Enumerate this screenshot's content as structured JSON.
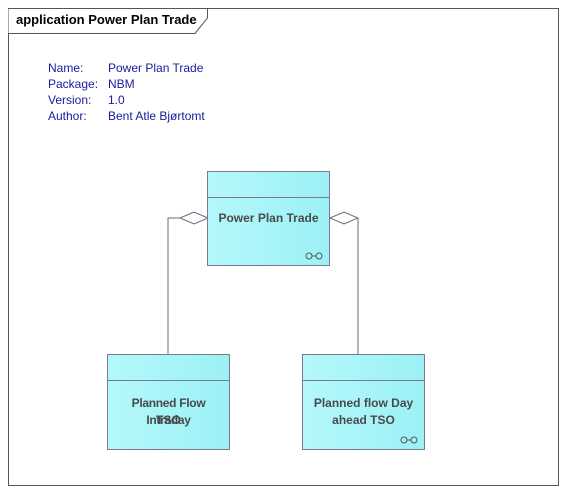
{
  "frame": {
    "title": "application Power Plan Trade"
  },
  "properties": [
    {
      "key": "Name:",
      "value": "Power Plan Trade"
    },
    {
      "key": "Package:",
      "value": "NBM"
    },
    {
      "key": "Version:",
      "value": "1.0"
    },
    {
      "key": "Author:",
      "value": "Bent Atle Bjørtomt"
    }
  ],
  "classes": {
    "power_plan_trade": {
      "name": "Power Plan Trade"
    },
    "planned_flow_intraday": {
      "name_line1": "Planned Flow Intraday",
      "name_line2": "TSO"
    },
    "planned_flow_day_ahead": {
      "name_line1": "Planned flow Day",
      "name_line2": "ahead TSO"
    }
  },
  "colors": {
    "class_fill": "#9cf1f6",
    "property_text": "#1a1a9c",
    "border": "#7a7a8a"
  }
}
